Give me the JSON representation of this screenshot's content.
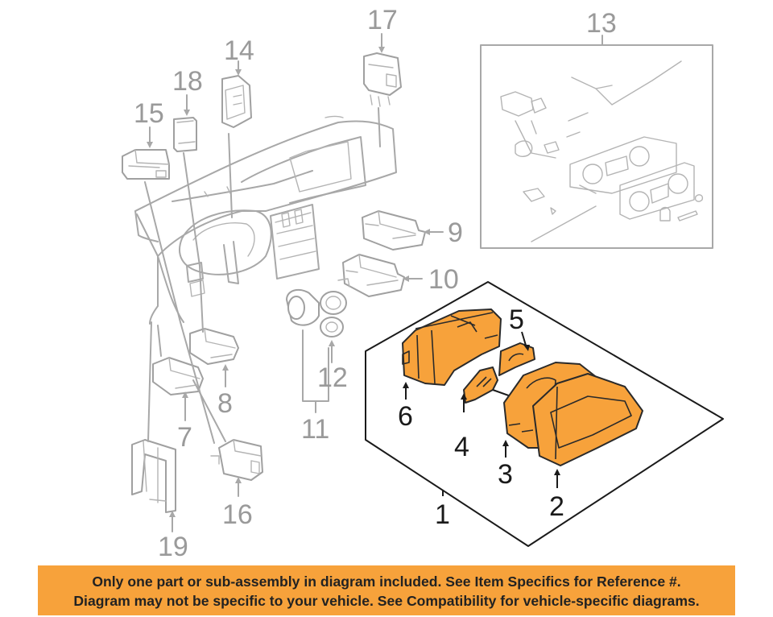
{
  "callouts": {
    "c1": "1",
    "c2": "2",
    "c3": "3",
    "c4": "4",
    "c5": "5",
    "c6": "6",
    "c7": "7",
    "c8": "8",
    "c9": "9",
    "c10": "10",
    "c11": "11",
    "c12": "12",
    "c13": "13",
    "c14": "14",
    "c15": "15",
    "c16": "16",
    "c17": "17",
    "c18": "18",
    "c19": "19"
  },
  "footer": {
    "line1": "Only one part or sub-assembly in diagram included. See Item Specifics for Reference #.",
    "line2": "Diagram may not be specific to your vehicle. See Compatibility for vehicle-specific diagrams."
  },
  "colors": {
    "highlight": "#f7a23b",
    "ghost_lines": "#a8a8a8",
    "outline": "#1a1a1a"
  }
}
